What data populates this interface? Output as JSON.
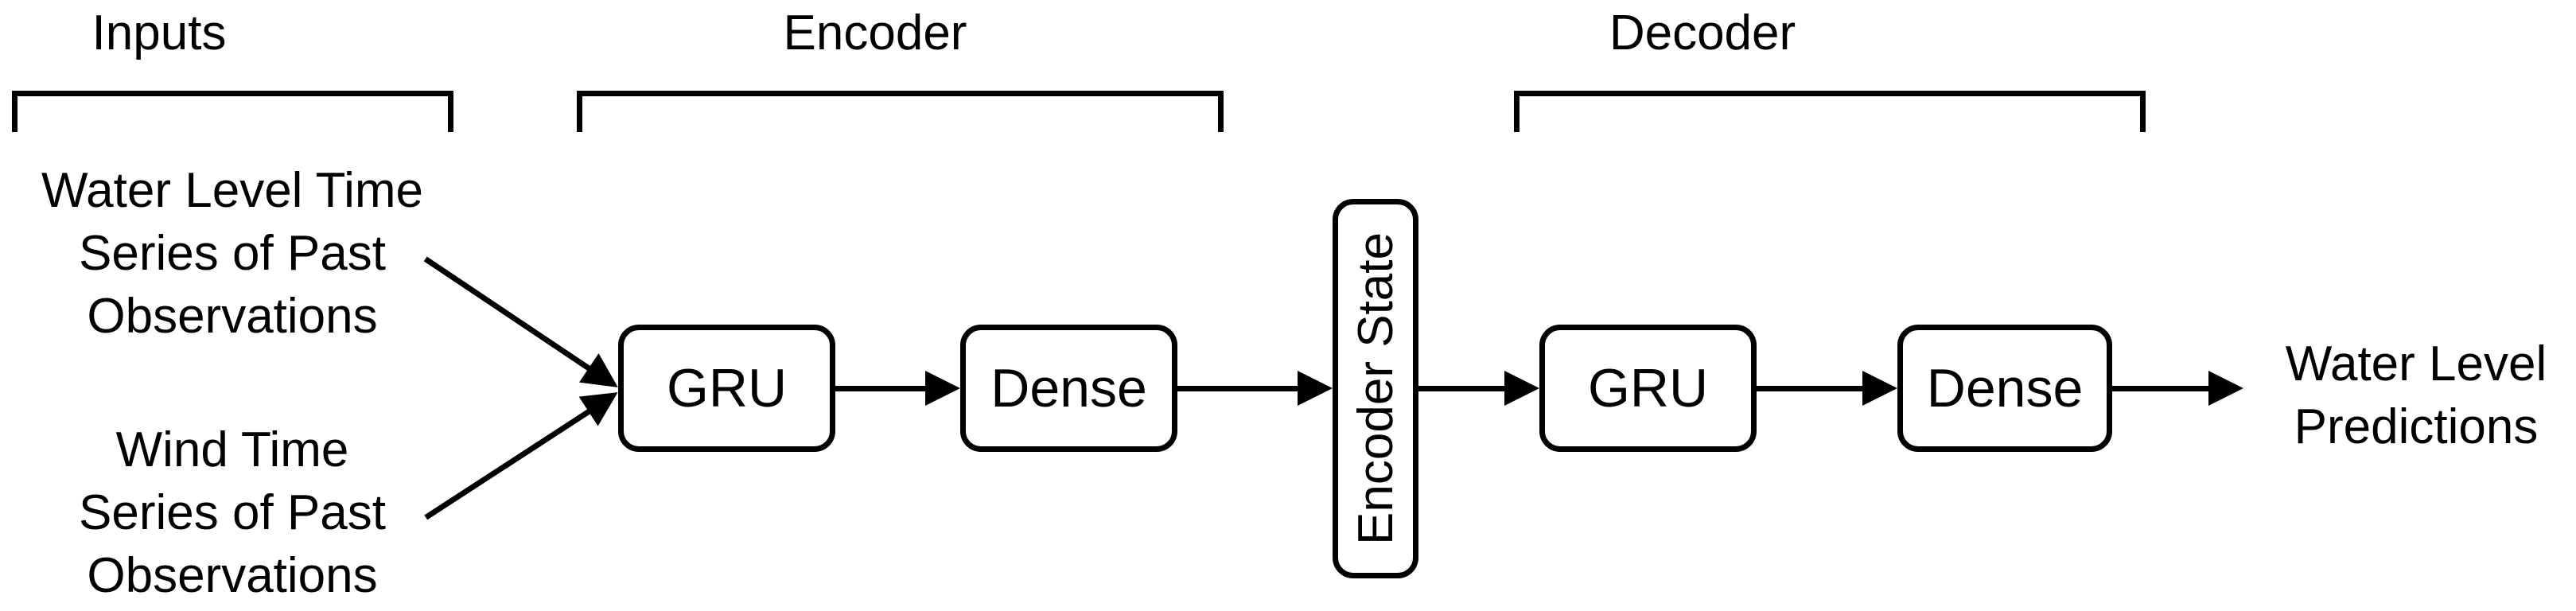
{
  "sections": {
    "inputs_label": "Inputs",
    "encoder_label": "Encoder",
    "decoder_label": "Decoder"
  },
  "inputs": [
    {
      "lines": [
        "Water Level Time",
        "Series of Past",
        "Observations"
      ]
    },
    {
      "lines": [
        "Wind Time",
        "Series of Past",
        "Observations"
      ]
    }
  ],
  "encoder": {
    "gru_label": "GRU",
    "dense_label": "Dense"
  },
  "state": {
    "label": "Encoder State"
  },
  "decoder": {
    "gru_label": "GRU",
    "dense_label": "Dense"
  },
  "output": {
    "lines": [
      "Water Level",
      "Predictions"
    ]
  },
  "colors": {
    "stroke": "#000000",
    "background": "#ffffff",
    "box_fill": "#ffffff"
  }
}
